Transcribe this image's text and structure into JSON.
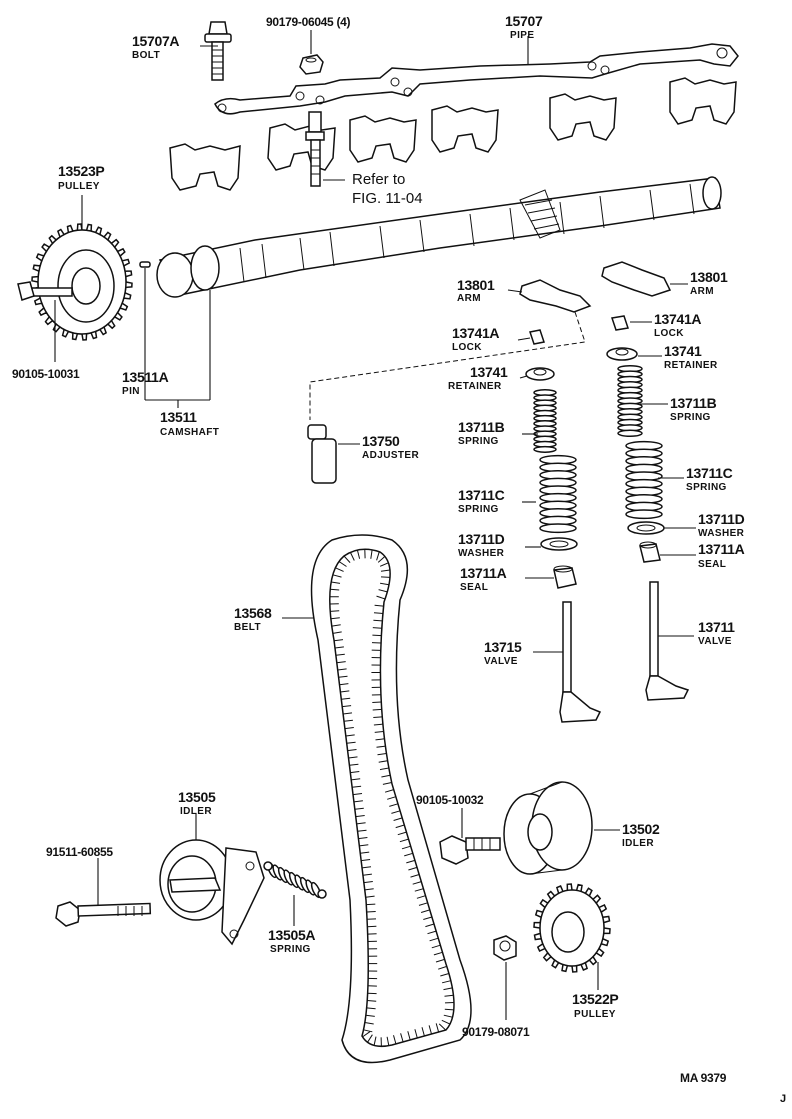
{
  "figure_code": "MA  9379",
  "corner_mark": "J",
  "reference_note": [
    "Refer to",
    "FIG. 11-04"
  ],
  "parts": {
    "bolt_15707a": {
      "number": "15707A",
      "name": "BOLT"
    },
    "nut_90179_06045": {
      "number": "90179-06045 (4)",
      "name": ""
    },
    "pipe_15707": {
      "number": "15707",
      "name": "PIPE"
    },
    "pulley_13523p": {
      "number": "13523P",
      "name": "PULLEY"
    },
    "bolt_90105_10031": {
      "number": "90105-10031",
      "name": ""
    },
    "pin_13511a": {
      "number": "13511A",
      "name": "PIN"
    },
    "camshaft_13511": {
      "number": "13511",
      "name": "CAMSHAFT"
    },
    "adjuster_13750": {
      "number": "13750",
      "name": "ADJUSTER"
    },
    "arm_13801_left": {
      "number": "13801",
      "name": "ARM"
    },
    "arm_13801_right": {
      "number": "13801",
      "name": "ARM"
    },
    "lock_13741a_left": {
      "number": "13741A",
      "name": "LOCK"
    },
    "lock_13741a_right": {
      "number": "13741A",
      "name": "LOCK"
    },
    "retainer_13741_left": {
      "number": "13741",
      "name": "RETAINER"
    },
    "retainer_13741_right": {
      "number": "13741",
      "name": "RETAINER"
    },
    "spring_13711b_left": {
      "number": "13711B",
      "name": "SPRING"
    },
    "spring_13711b_right": {
      "number": "13711B",
      "name": "SPRING"
    },
    "spring_13711c_left": {
      "number": "13711C",
      "name": "SPRING"
    },
    "spring_13711c_right": {
      "number": "13711C",
      "name": "SPRING"
    },
    "washer_13711d_left": {
      "number": "13711D",
      "name": "WASHER"
    },
    "washer_13711d_right": {
      "number": "13711D",
      "name": "WASHER"
    },
    "seal_13711a_left": {
      "number": "13711A",
      "name": "SEAL"
    },
    "seal_13711a_right": {
      "number": "13711A",
      "name": "SEAL"
    },
    "belt_13568": {
      "number": "13568",
      "name": "BELT"
    },
    "valve_13715": {
      "number": "13715",
      "name": "VALVE"
    },
    "valve_13711": {
      "number": "13711",
      "name": "VALVE"
    },
    "idler_13505": {
      "number": "13505",
      "name": "IDLER"
    },
    "bolt_91511_60855": {
      "number": "91511-60855",
      "name": ""
    },
    "spring_13505a": {
      "number": "13505A",
      "name": "SPRING"
    },
    "bolt_90105_10032": {
      "number": "90105-10032",
      "name": ""
    },
    "idler_13502": {
      "number": "13502",
      "name": "IDLER"
    },
    "pulley_13522p": {
      "number": "13522P",
      "name": "PULLEY"
    },
    "nut_90179_08071": {
      "number": "90179-08071",
      "name": ""
    }
  }
}
